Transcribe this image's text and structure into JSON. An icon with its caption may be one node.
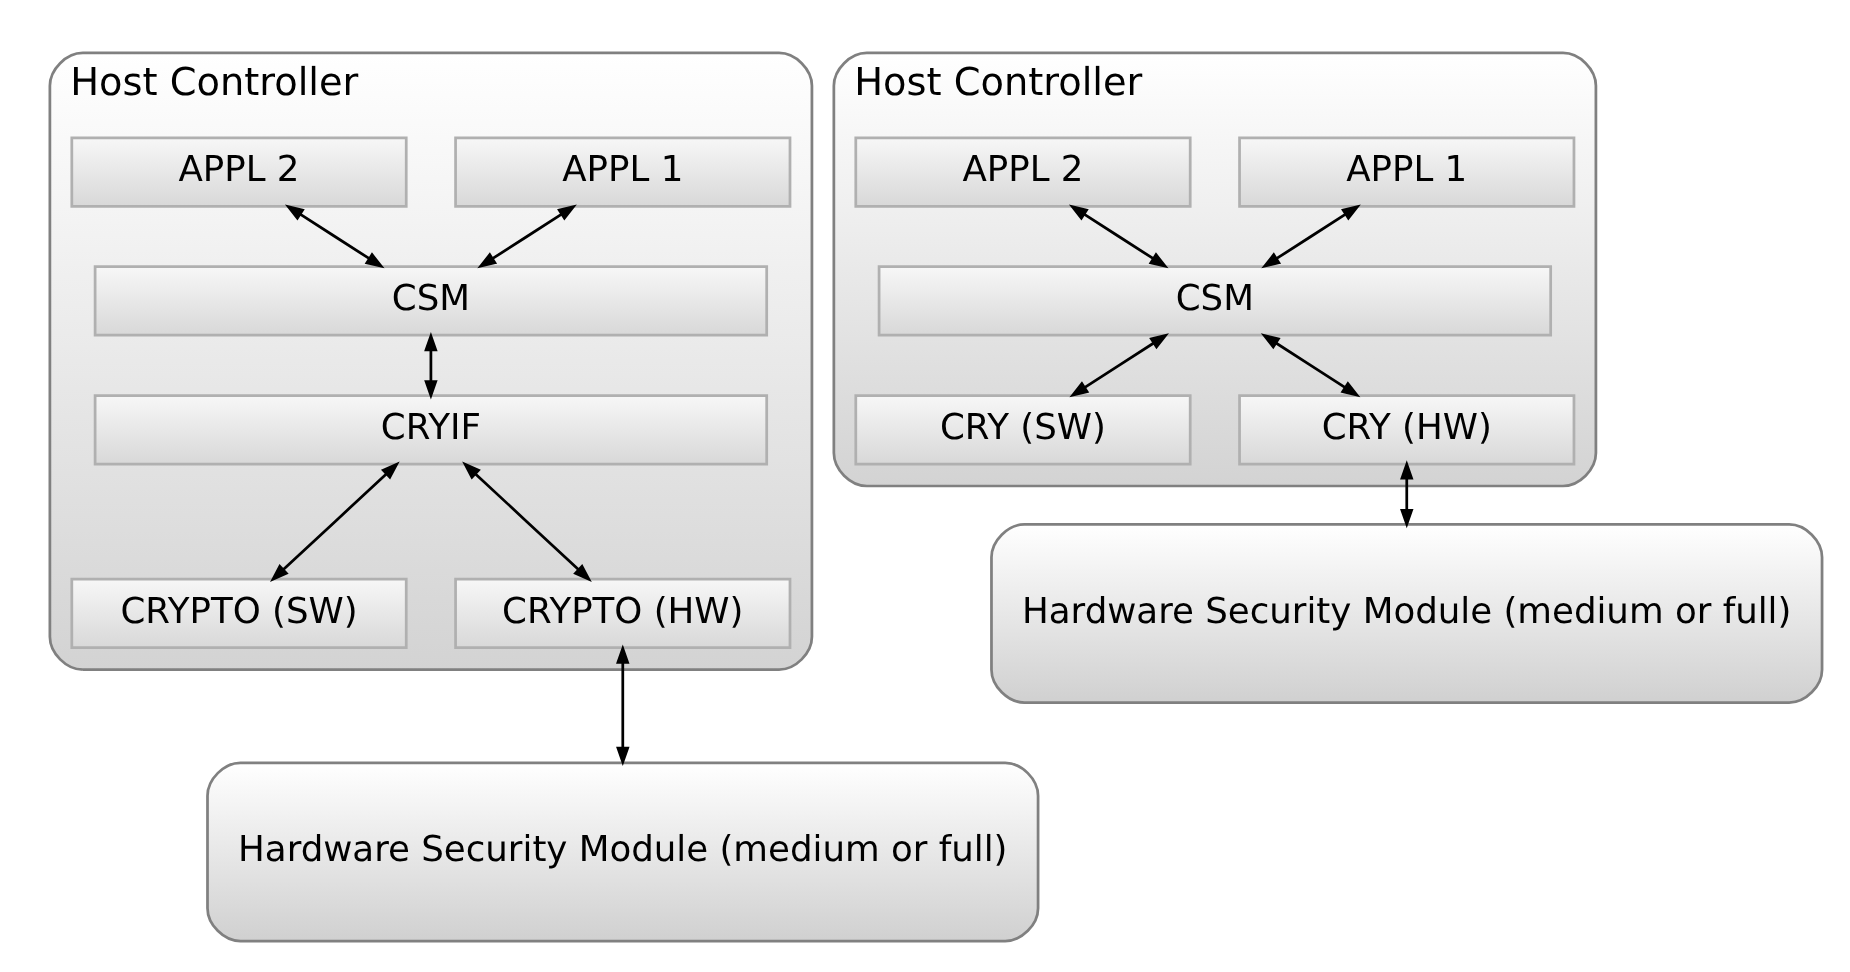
{
  "diagram": {
    "nodes": [
      {
        "text": [
          "Host Controller"
        ]
      },
      {
        "text": [
          "APPL 1"
        ],
        "in": 0
      },
      {
        "text": [
          "APPL 2"
        ],
        "in": 0
      },
      {
        "text": [
          "CSM"
        ],
        "in": 0
      },
      {
        "text": [
          "CRYIF"
        ],
        "in": 0
      },
      {
        "text": [
          "CRYPTO (SW)"
        ],
        "in": 0
      },
      {
        "text": [
          "CRYPTO (HW)"
        ],
        "in": 0
      },
      {
        "text": [
          "Hardware Security Module (medium or full)"
        ]
      },
      {
        "text": [
          "Host Controller"
        ]
      },
      {
        "text": [
          "APPL 1"
        ],
        "in": 8
      },
      {
        "text": [
          "APPL 2"
        ],
        "in": 8
      },
      {
        "text": [
          "CSM"
        ],
        "in": 8
      },
      {
        "text": [
          "CRY (SW)"
        ],
        "in": 8
      },
      {
        "text": [
          "CRY (HW)"
        ],
        "in": 8
      },
      {
        "text": [
          "Hardware Security Module (medium or full)"
        ]
      }
    ],
    "edges": [
      {
        "from": 1,
        "to": 3,
        "arrow": "both"
      },
      {
        "from": 2,
        "to": 3,
        "arrow": "both"
      },
      {
        "from": 3,
        "to": 4,
        "arrow": "both"
      },
      {
        "from": 4,
        "to": 5,
        "arrow": "both"
      },
      {
        "from": 4,
        "to": 6,
        "arrow": "both"
      },
      {
        "from": 6,
        "to": 7,
        "arrow": "both"
      },
      {
        "from": 9,
        "to": 11,
        "arrow": "both"
      },
      {
        "from": 10,
        "to": 11,
        "arrow": "both"
      },
      {
        "from": 11,
        "to": 12,
        "arrow": "both"
      },
      {
        "from": 11,
        "to": 13,
        "arrow": "both"
      },
      {
        "from": 13,
        "to": 14,
        "arrow": "both"
      }
    ]
  }
}
